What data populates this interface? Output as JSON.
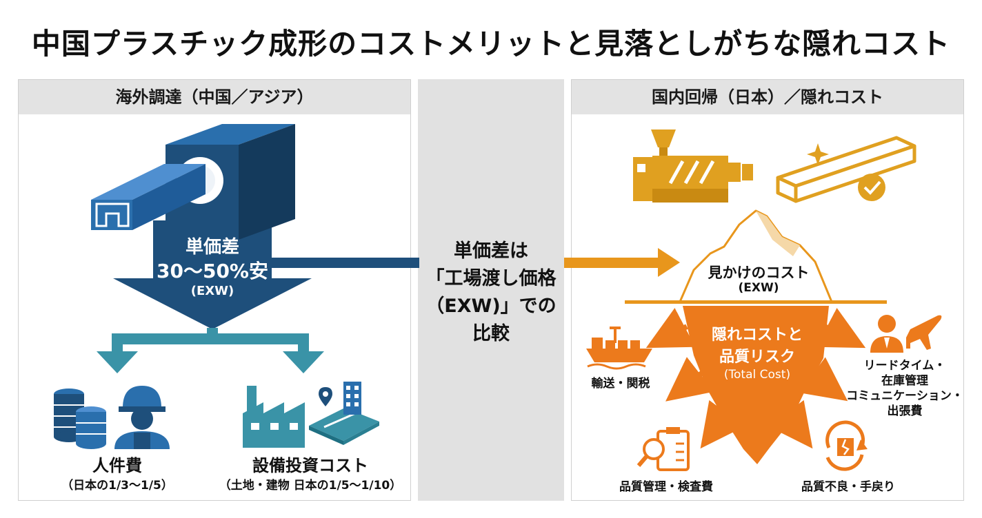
{
  "title": "中国プラスチック成形のコストメリットと見落としがちな隠れコスト",
  "left_panel": {
    "header": "海外調達（中国／アジア）",
    "arrow_label": {
      "line1": "単価差",
      "line2": "30〜50%安",
      "line3": "(EXW)"
    },
    "labor": {
      "label": "人件費",
      "sub": "（日本の1/3〜1/5）"
    },
    "equipment": {
      "label": "設備投資コスト",
      "sub": "（土地・建物 日本の1/5〜1/10）"
    }
  },
  "center": {
    "lines": [
      "単価差は",
      "「工場渡し価格",
      "（EXW)」での",
      "比較"
    ]
  },
  "right_panel": {
    "header": "国内回帰（日本）／隠れコスト",
    "visible_cost": {
      "line1": "見かけのコスト",
      "line2": "(EXW)"
    },
    "hidden_cost": {
      "line1": "隠れコストと",
      "line2": "品質リスク",
      "line3": "(Total Cost)"
    },
    "shipping": "輸送・関税",
    "leadtime": {
      "line1": "リードタイム・",
      "line2": "在庫管理",
      "line3": "コミュニケーション・",
      "line4": "出張費"
    },
    "inspection": "品質管理・検査費",
    "defects": "品質不良・手戻り"
  },
  "colors": {
    "navy": "#1e4f7b",
    "blue": "#2a6fad",
    "teal": "#3a93a7",
    "orange": "#ec7a1c",
    "amber": "#e0a020",
    "gray": "#e1e1e1"
  }
}
